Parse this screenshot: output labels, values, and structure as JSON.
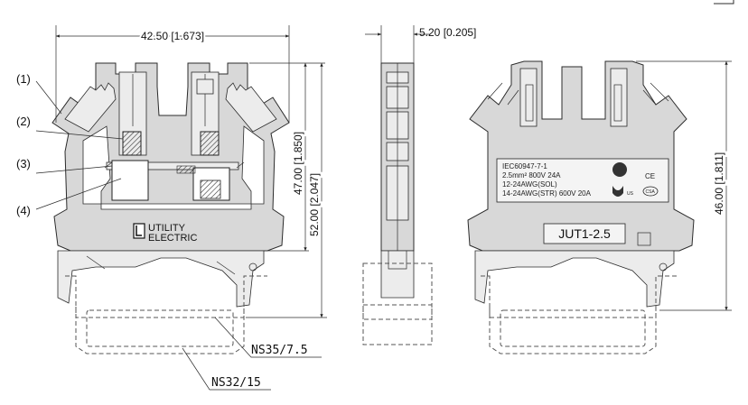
{
  "dimensions": {
    "width_total": "42.50 [1.673]",
    "thickness": "5.20 [0.205]",
    "height_body": "47.00 [1.850]",
    "height_total": "52.00 [2.047]",
    "height_right": "46.00 [1.811]"
  },
  "callouts": [
    "(1)",
    "(2)",
    "(3)",
    "(4)"
  ],
  "rails": {
    "rail_a": "NS35/7.5",
    "rail_b": "NS32/15"
  },
  "logo": {
    "line1": "UTILITY",
    "line2": "ELECTRIC"
  },
  "spec_label": {
    "line1": "IEC60947-7-1",
    "line2": "2.5mm²  800V 24A",
    "line3": "12-24AWG(SOL)",
    "line4": "14-24AWG(STR)  600V 20A",
    "model": "JUT1-2.5",
    "ce_mark": "CE",
    "csa_mark": "CSA",
    "ul_mark": "US"
  }
}
